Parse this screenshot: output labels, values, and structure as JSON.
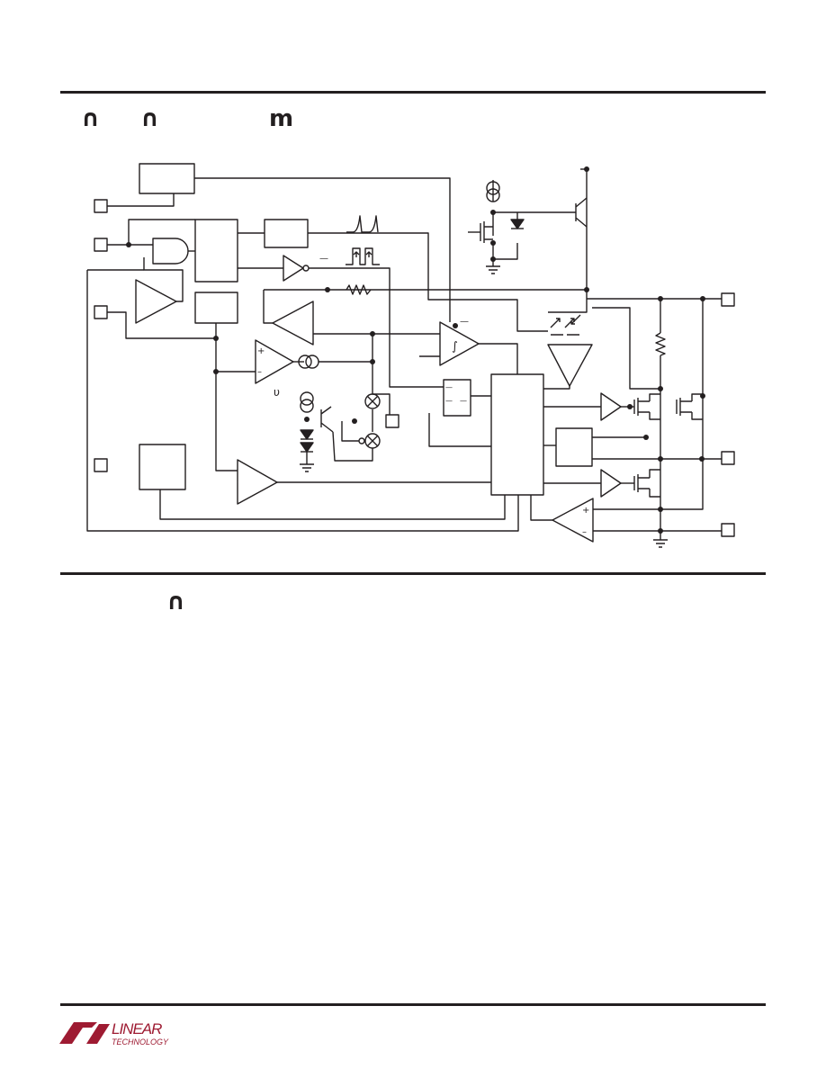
{
  "header": {
    "glyphs": [
      "∩",
      "∩",
      "m"
    ]
  },
  "section2": {
    "glyph": "∩"
  },
  "diagram": {
    "symbols": {
      "schmitt": "∫",
      "tau": "υ",
      "plus": "+",
      "minus": "–",
      "bar": "—"
    },
    "colors": {
      "ink": "#231f20",
      "brand": "#9e1b32"
    }
  },
  "logo": {
    "line1": "LINEAR",
    "line2": "TECHNOLOGY"
  }
}
